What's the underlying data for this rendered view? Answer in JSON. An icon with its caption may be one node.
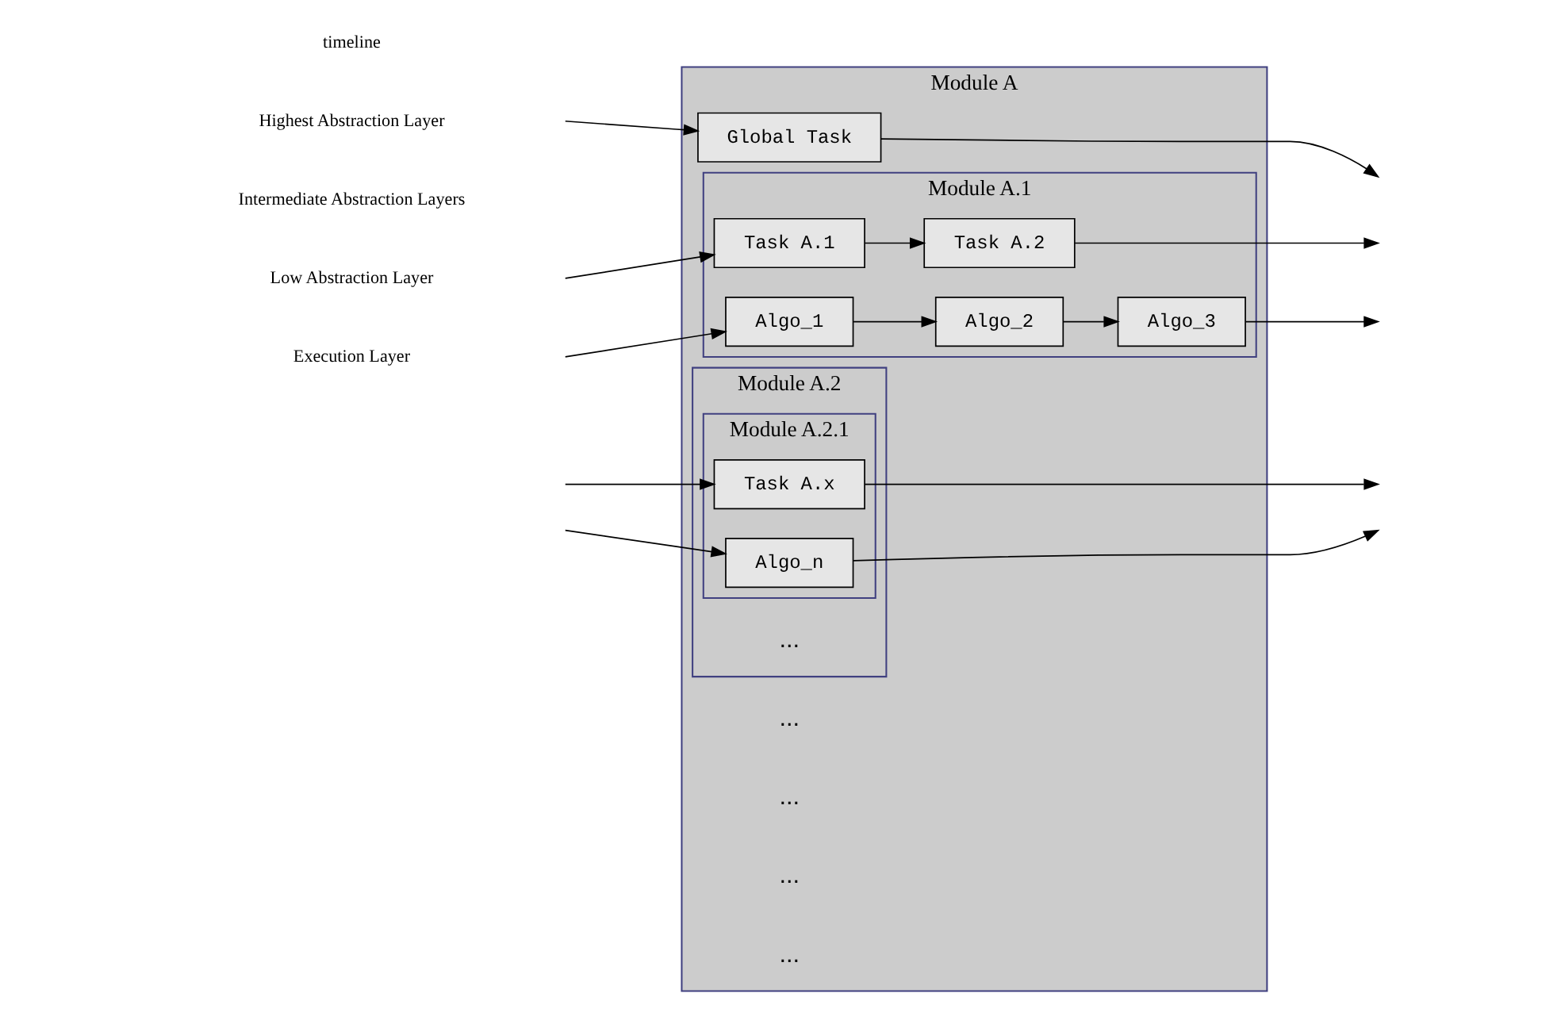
{
  "diagram": {
    "nodes": [
      {
        "text": [
          "Module A"
        ]
      },
      {
        "text": [
          "Global Task"
        ],
        "in": 0
      },
      {
        "text": [
          "Module A.1"
        ],
        "in": 0
      },
      {
        "text": [
          "Task A.1"
        ],
        "in": 2
      },
      {
        "text": [
          "Task A.2"
        ],
        "in": 2
      },
      {
        "text": [
          "Algo_1"
        ],
        "in": 2
      },
      {
        "text": [
          "Algo_2"
        ],
        "in": 2
      },
      {
        "text": [
          "Algo_3"
        ],
        "in": 2
      },
      {
        "text": [
          "Module A.2"
        ],
        "in": 0
      },
      {
        "text": [
          "Module A.2.1"
        ],
        "in": 8
      },
      {
        "text": [
          "Task A.x"
        ],
        "in": 9
      },
      {
        "text": [
          "Algo_n"
        ],
        "in": 9
      }
    ],
    "edges": [
      {
        "from": 1,
        "to": null,
        "arrow": "to"
      },
      {
        "from": null,
        "to": 1,
        "arrow": "to"
      },
      {
        "from": null,
        "to": 3,
        "arrow": "to"
      },
      {
        "from": 3,
        "to": 4,
        "arrow": "to"
      },
      {
        "from": 4,
        "to": null,
        "arrow": "to"
      },
      {
        "from": 10,
        "to": null,
        "arrow": "to"
      },
      {
        "from": null,
        "to": 10,
        "arrow": "to"
      },
      {
        "from": null,
        "to": 5,
        "arrow": "to"
      },
      {
        "from": 5,
        "to": 6,
        "arrow": "to"
      },
      {
        "from": 6,
        "to": 7,
        "arrow": "to"
      },
      {
        "from": 7,
        "to": null,
        "arrow": "to"
      },
      {
        "from": 11,
        "to": null,
        "arrow": "to"
      },
      {
        "from": null,
        "to": 11,
        "arrow": "to"
      }
    ],
    "labels": [
      "Highest Abstraction Layer",
      "Intermediate Abstraction Layers",
      "...",
      "...",
      "...",
      "Low Abstraction Layer",
      "...",
      "Execution Layer",
      "...",
      "timeline"
    ]
  }
}
